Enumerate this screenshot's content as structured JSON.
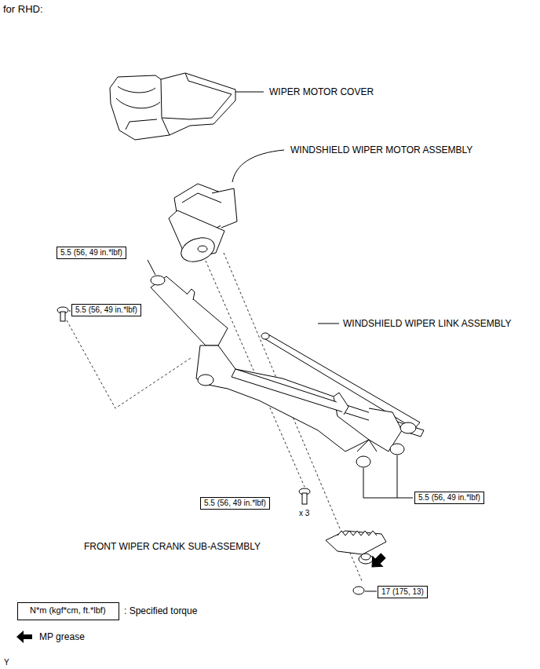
{
  "diagram": {
    "nodes": [
      {
        "text": [
          "5.5 (56, 49 in.*lbf)"
        ]
      },
      {
        "text": [
          "5.5 (56, 49 in.*lbf)"
        ]
      },
      {
        "text": [
          "5.5 (56, 49 in.*lbf)"
        ]
      },
      {
        "text": [
          "5.5 (56, 49 in.*lbf)"
        ]
      },
      {
        "text": [
          "17 (175, 13)"
        ]
      },
      {
        "text": [
          "N*m (kgf*cm, ft.*lbf)"
        ]
      }
    ],
    "labels": [
      "for RHD:",
      "WIPER MOTOR COVER",
      "WINDSHIELD WIPER MOTOR ASSEMBLY",
      "WINDSHIELD WIPER LINK ASSEMBLY",
      "x 3",
      "FRONT WIPER CRANK SUB-ASSEMBLY",
      "Y"
    ],
    "legend": [
      {
        "text": ": Specified torque"
      },
      {
        "text": "MP grease"
      }
    ]
  }
}
